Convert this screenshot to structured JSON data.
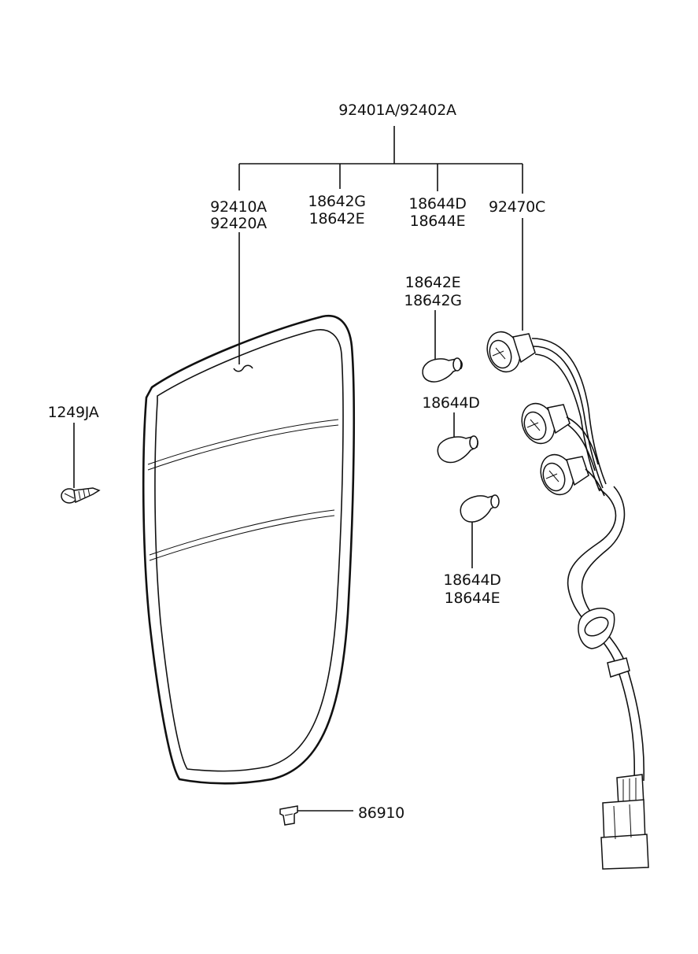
{
  "labels": {
    "assembly": "92401A/92402A",
    "lens_a": "92410A",
    "lens_b": "92420A",
    "bulb_g": "18642G",
    "bulb_e": "18642E",
    "bulb_d": "18644D",
    "bulb_e2": "18644E",
    "harness": "92470C",
    "bulb_upper_a": "18642E",
    "bulb_upper_b": "18642G",
    "bulb_mid": "18644D",
    "bulb_lower_a": "18644D",
    "bulb_lower_b": "18644E",
    "screw": "1249JA",
    "grommet": "86910"
  }
}
